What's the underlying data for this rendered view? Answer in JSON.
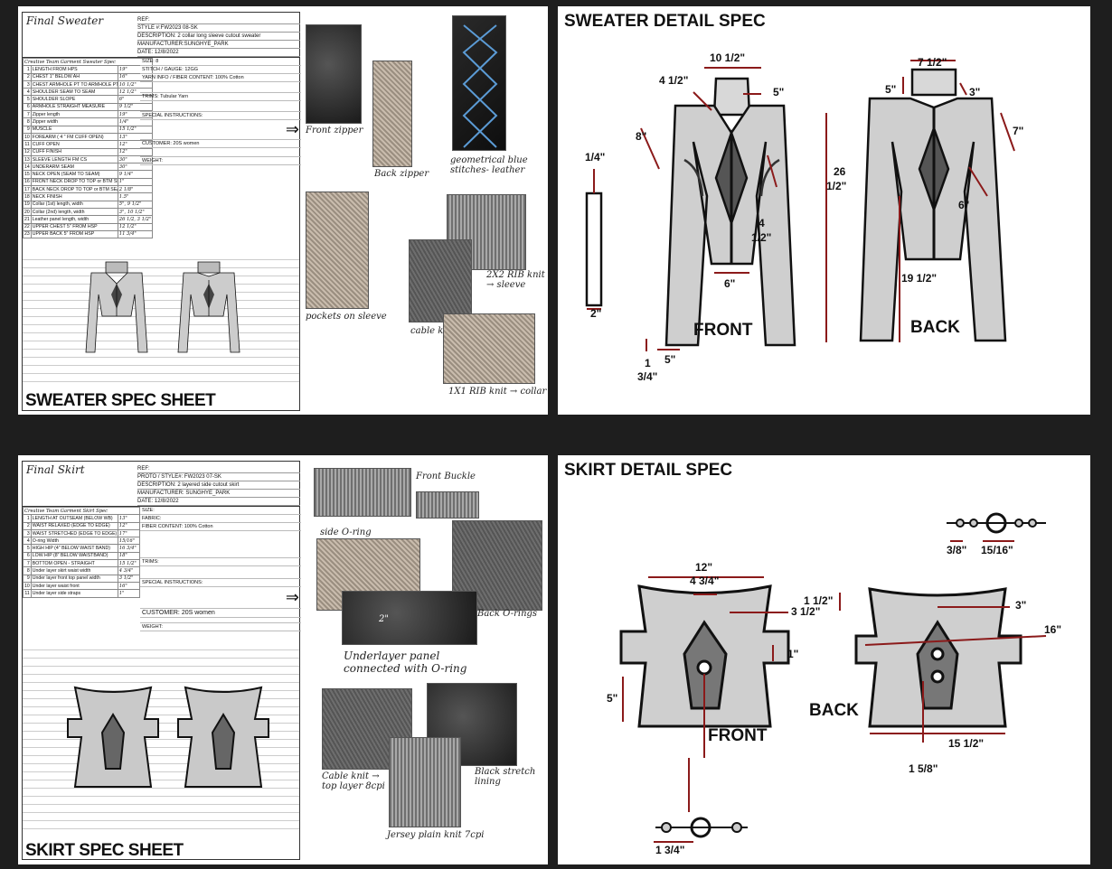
{
  "sweater_sheet": {
    "title": "Final Sweater",
    "ref": "REF:",
    "style": "STYLE #:FW2023 08-SK",
    "description": "DESCRIPTION: 2 collar long sleeve cutout sweater",
    "manufacturer": "MANUFACTURER:SUNGHYE_PARK",
    "date": "DATE: 12/8/2022",
    "spec_title": "Creative Team Garment Sweater Spec",
    "size": "SIZE: 8",
    "stitch": "STITCH / GAUGE: 12GG",
    "yarn": "YARN INFO / FIBER CONTENT: 100% Cotton",
    "trims": "TRIMS: Tubular Yarn",
    "special": "SPECIAL INSTRUCTIONS:",
    "customer": "CUSTOMER: 20S women",
    "weight": "WEIGHT:",
    "arrow": "⇒",
    "rows": [
      {
        "n": "1",
        "label": "LENGTH FROM HPS",
        "value": "19\""
      },
      {
        "n": "2",
        "label": "CHEST 1\" BELOW AH",
        "value": "16\""
      },
      {
        "n": "3",
        "label": "CHEST ARMHOLE PT TO ARMHOLE PT",
        "value": "10 1/2\""
      },
      {
        "n": "4",
        "label": "SHOULDER SEAM TO SEAM",
        "value": "12 1/2\""
      },
      {
        "n": "5",
        "label": "SHOULDER SLOPE",
        "value": "6\""
      },
      {
        "n": "6",
        "label": "ARMHOLE STRAIGHT MEASURE",
        "value": "9 1/2\""
      },
      {
        "n": "7",
        "label": "Zipper length",
        "value": "19\""
      },
      {
        "n": "8",
        "label": "Zipper width",
        "value": "1/4\""
      },
      {
        "n": "9",
        "label": "MUSCLE",
        "value": "15 1/2\""
      },
      {
        "n": "10",
        "label": "FOREARM ( 4 \" FM CUFF OPEN)",
        "value": "13\""
      },
      {
        "n": "11",
        "label": "CUFF OPEN",
        "value": "12\""
      },
      {
        "n": "12",
        "label": "CUFF FINISH",
        "value": "12\""
      },
      {
        "n": "13",
        "label": "SLEEVE LENGTH FM CS",
        "value": "30\""
      },
      {
        "n": "14",
        "label": "UNDERARM SEAM",
        "value": "30\""
      },
      {
        "n": "15",
        "label": "NECK OPEN (SEAM TO SEAM)",
        "value": "9 1/4\""
      },
      {
        "n": "16",
        "label": "FRONT NECK DROP TO TOP or BTM SEAM",
        "value": "1\""
      },
      {
        "n": "17",
        "label": "BACK NECK DROP TO TOP or BTM SEAM",
        "value": "2 1/8\""
      },
      {
        "n": "18",
        "label": "NECK FINISH",
        "value": "1.5\""
      },
      {
        "n": "19",
        "label": "Collar (1st) length, width",
        "value": "5\", 9 1/2\""
      },
      {
        "n": "20",
        "label": "Collar (2nd) length, width",
        "value": "3\", 10 1/2\""
      },
      {
        "n": "21",
        "label": "Leather panel length, width",
        "value": "26 1/2, 3 1/2\""
      },
      {
        "n": "22",
        "label": "UPPER CHEST 5\" FROM HSP",
        "value": "12 1/2\""
      },
      {
        "n": "23",
        "label": "UPPER BACK 5\" FROM HSP",
        "value": "11 3/4\""
      }
    ],
    "label": "SWEATER SPEC SHEET",
    "captions": {
      "front_zipper": "Front zipper",
      "back_zipper": "Back zipper",
      "geometrical": "geometrical blue stitches- leather",
      "pockets": "pockets on sleeve",
      "rib_2x2": "2X2 RIB knit → sleeve",
      "cable": "cable knit → body",
      "rib_1x1": "1X1 RIB knit → collar"
    }
  },
  "sweater_detail": {
    "title": "SWEATER DETAIL SPEC",
    "front_label": "FRONT",
    "back_label": "BACK",
    "dims": {
      "d1": "10 1/2\"",
      "d2": "4 1/2\"",
      "d3": "5\"",
      "d4": "8\"",
      "d5": "1/4\"",
      "d6": "4",
      "d6b": "1/2\"",
      "d7": "26",
      "d7b": "1/2\"",
      "d8": "6\"",
      "d9": "2\"",
      "d10": "1",
      "d10b": "3/4\"",
      "d11": "5\"",
      "d12": "7 1/2\"",
      "d13": "5\"",
      "d14": "3\"",
      "d15": "7\"",
      "d16": "6\"",
      "d17": "19 1/2\""
    }
  },
  "skirt_sheet": {
    "title": "Final Skirt",
    "ref": "REF:",
    "style": "PROTO / STYLE#: FW2023 07-SK",
    "description": "DESCRIPTION: 2 layered side cutout skirt",
    "manufacturer": "MANUFACTURER: SUNGHYE_PARK",
    "date": "DATE: 12/8/2022",
    "spec_title": "Creative Team Garment Skirt Spec",
    "size": "SIZE:",
    "fabric": "FABRIC:",
    "fiber": "FIBER CONTENT: 100% Cotton",
    "trims": "TRIMS:",
    "special": "SPECIAL INSTRUCTIONS:",
    "customer": "CUSTOMER: 20S women",
    "weight": "WEIGHT:",
    "arrow": "⇒",
    "rows": [
      {
        "n": "1",
        "label": "LENGTH AT OUTSEAM (BELOW WB)",
        "value": "13\""
      },
      {
        "n": "2",
        "label": "WAIST RELAXED (EDGE TO EDGE)",
        "value": "12\""
      },
      {
        "n": "3",
        "label": "WAIST STRETCHED (EDGE TO EDGE)",
        "value": "17\""
      },
      {
        "n": "4",
        "label": "O-ring Width",
        "value": "15/16\""
      },
      {
        "n": "5",
        "label": "HIGH HIP (4\" BELOW WAIST BAND)",
        "value": "16 3/4\""
      },
      {
        "n": "6",
        "label": "LOW HIP (8\" BELOW WAISTBAND)",
        "value": "18\""
      },
      {
        "n": "7",
        "label": "BOTTOM OPEN - STRAIGHT",
        "value": "15 1/2\""
      },
      {
        "n": "8",
        "label": "Under layer skirt waist width",
        "value": "4 3/4\""
      },
      {
        "n": "9",
        "label": "Under layer front top panel width",
        "value": "3 1/2\""
      },
      {
        "n": "10",
        "label": "Under layer waist front",
        "value": "16\""
      },
      {
        "n": "11",
        "label": "Under layer side straps",
        "value": "1\""
      }
    ],
    "label": "SKIRT SPEC SHEET",
    "captions": {
      "front_buckle": "Front Buckle",
      "side_oring": "side O-ring",
      "back_orings": "Back O-rings",
      "underlayer": "Underlayer panel connected with O-ring",
      "underlayer_dim": "2\"",
      "cable": "Cable knit → top layer 8cpi",
      "black": "Black stretch lining",
      "jersey": "Jersey plain knit 7cpi"
    }
  },
  "skirt_detail": {
    "title": "SKIRT DETAIL SPEC",
    "front_label": "FRONT",
    "back_label": "BACK",
    "dims": {
      "d1": "12\"",
      "d2": "4 3/4\"",
      "d3": "3 1/2\"",
      "d4": "1\"",
      "d5": "5\"",
      "d6": "1 1/2\"",
      "d7": "3\"",
      "d8": "16\"",
      "d9": "15 1/2\"",
      "d10": "1 5/8\"",
      "d11": "3/8\"",
      "d12": "15/16\"",
      "d13": "1 3/4\""
    }
  },
  "colors": {
    "dim_red": "#8b1a1a",
    "panel_bg": "#ffffff",
    "page_bg": "#1e1e1e"
  }
}
